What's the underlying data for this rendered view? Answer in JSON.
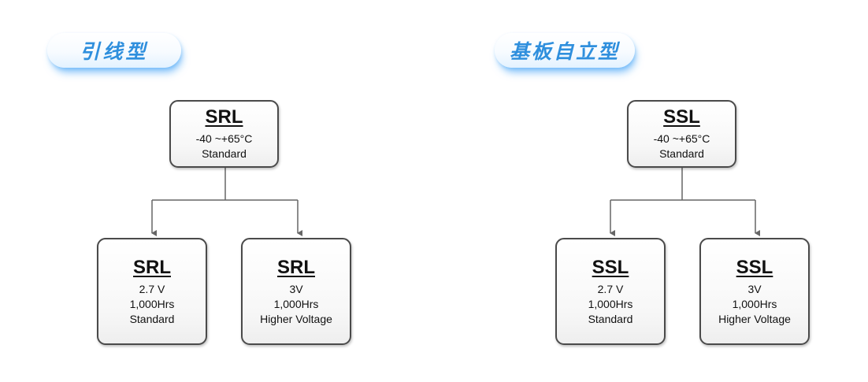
{
  "left": {
    "label": "引线型",
    "top_node": {
      "title": "SRL",
      "lines": [
        "-40 ~+65°C",
        "Standard"
      ]
    },
    "children": [
      {
        "title": "SRL",
        "lines": [
          "2.7 V",
          "1,000Hrs",
          "Standard"
        ]
      },
      {
        "title": "SRL",
        "lines": [
          "3V",
          "1,000Hrs",
          "Higher Voltage"
        ]
      }
    ]
  },
  "right": {
    "label": "基板自立型",
    "top_node": {
      "title": "SSL",
      "lines": [
        "-40 ~+65°C",
        "Standard"
      ]
    },
    "children": [
      {
        "title": "SSL",
        "lines": [
          "2.7 V",
          "1,000Hrs",
          "Standard"
        ]
      },
      {
        "title": "SSL",
        "lines": [
          "3V",
          "1,000Hrs",
          "Higher Voltage"
        ]
      }
    ]
  },
  "colors": {
    "tag_text": "#2f8fdd",
    "tag_glow": "#2896f5",
    "node_border": "#4a4a4a",
    "connector": "#666666"
  }
}
